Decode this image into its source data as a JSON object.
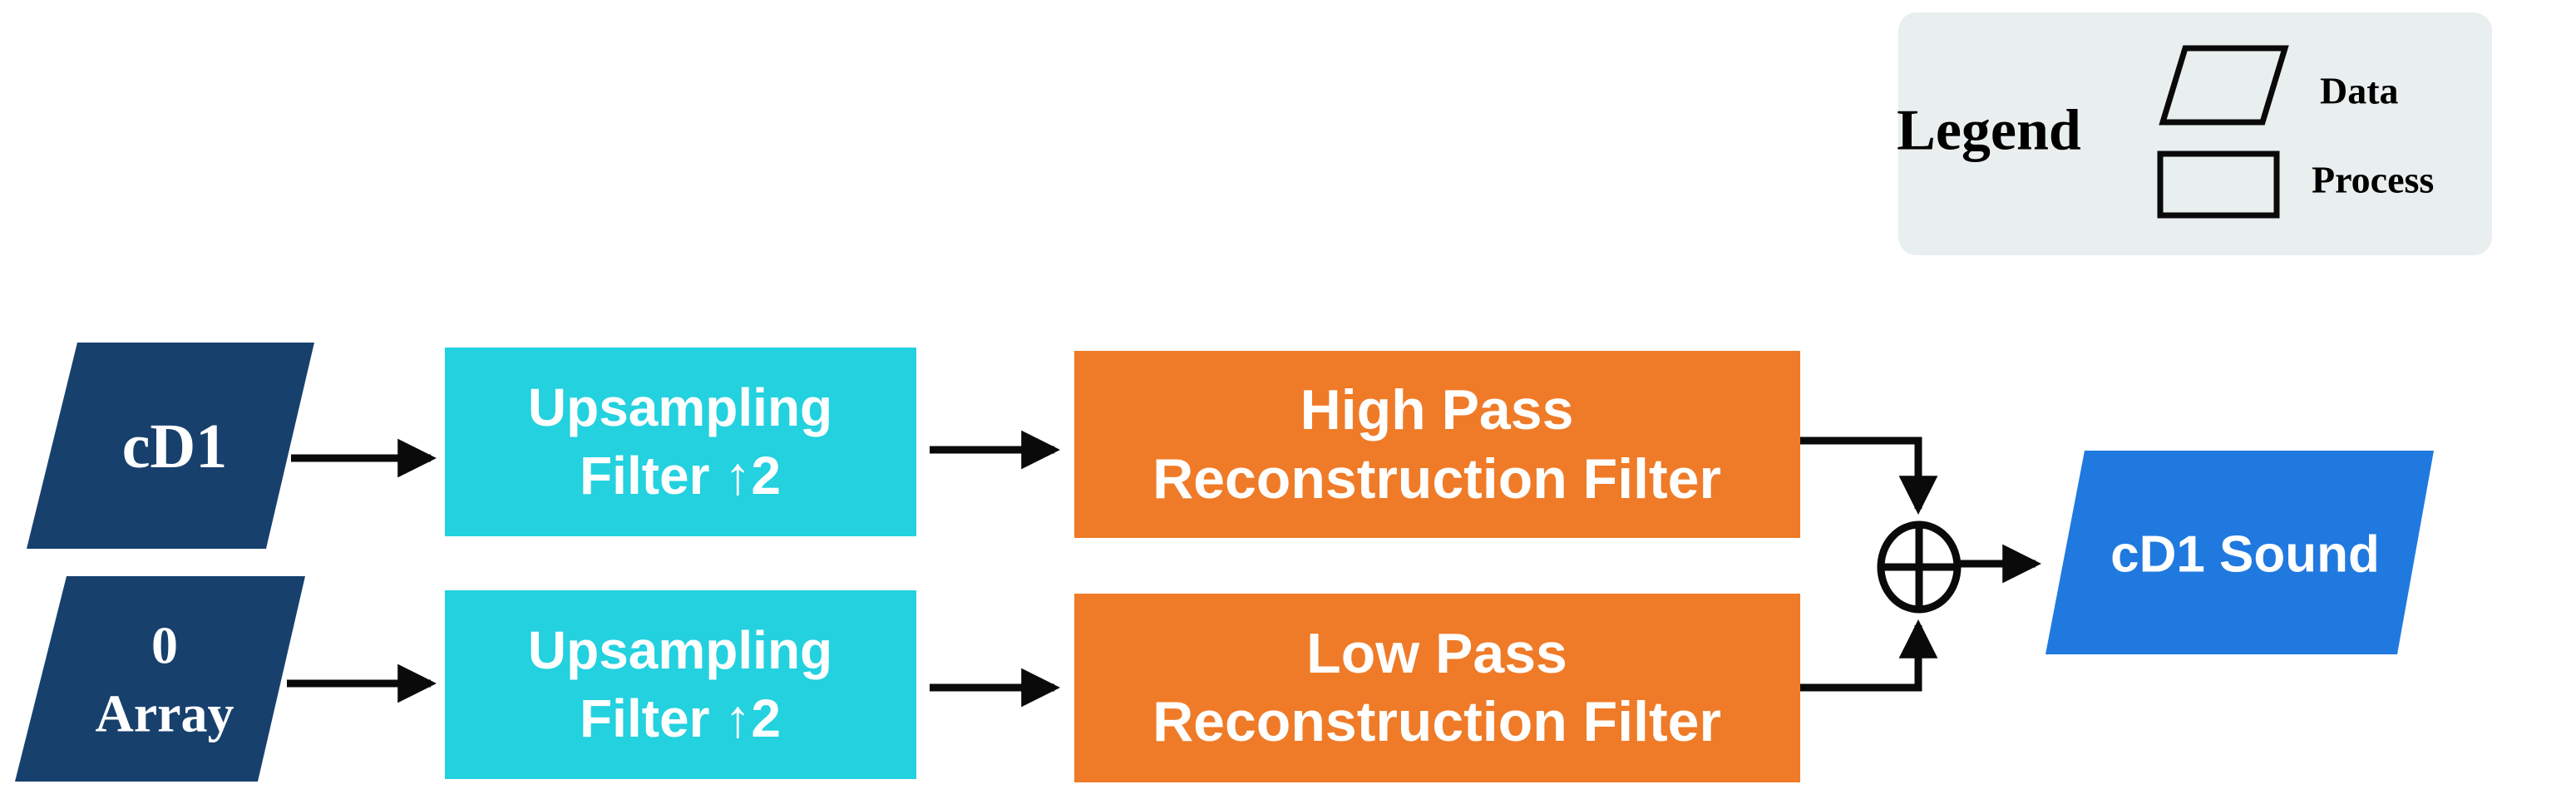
{
  "legend": {
    "heading": "Legend",
    "items": [
      {
        "shape": "parallelogram",
        "label": "Data"
      },
      {
        "shape": "rectangle",
        "label": "Process"
      }
    ]
  },
  "flow": {
    "inputs": {
      "cd1": {
        "label": "cD1"
      },
      "zero_array": {
        "line1": "0",
        "line2": "Array"
      }
    },
    "processes": {
      "upsampling_top": {
        "line1": "Upsampling",
        "line2": "Filter ↑2"
      },
      "upsampling_bottom": {
        "line1": "Upsampling",
        "line2": "Filter ↑2"
      },
      "high_pass": {
        "line1": "High Pass",
        "line2": "Reconstruction Filter"
      },
      "low_pass": {
        "line1": "Low Pass",
        "line2": "Reconstruction Filter"
      }
    },
    "output": {
      "label": "cD1 Sound"
    }
  },
  "icons": {
    "sum_plus": "⊕"
  },
  "colors": {
    "input_fill": "#17406D",
    "upsampling_fill": "#23D1DF",
    "filter_fill": "#EF7B28",
    "output_fill": "#2079DF",
    "legend_bg": "#E9EEEF",
    "line": "#0A0A0A",
    "text_light": "#FFFFFF",
    "text_dark": "#000000"
  }
}
